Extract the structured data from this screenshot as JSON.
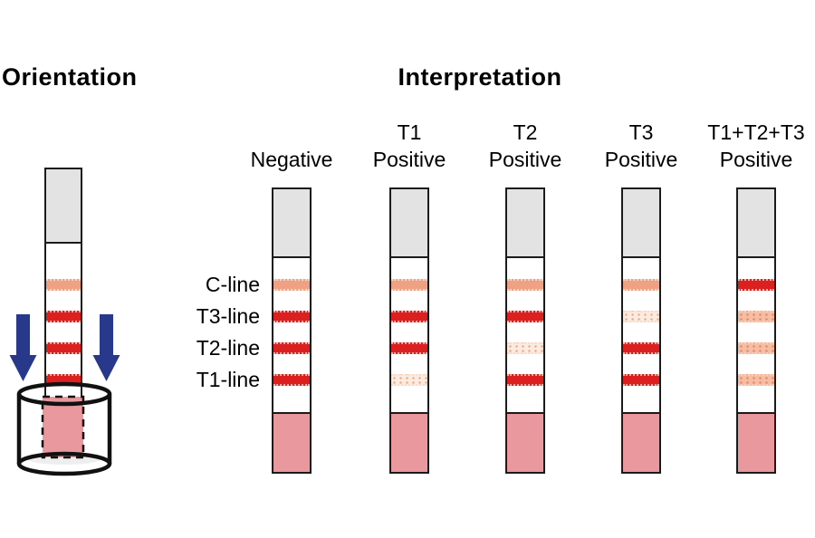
{
  "titles": {
    "orientation": "Orientation",
    "interpretation": "Interpretation"
  },
  "line_labels": [
    "C-line",
    "T3-line",
    "T2-line",
    "T1-line"
  ],
  "colors": {
    "line-strong": "#dc2020",
    "line-control": "#f0a183",
    "line-faint": "#fcebe0",
    "line-medium": "#f4bda4",
    "pad-gray": "#e3e3e3",
    "pad-pink": "#e9999e",
    "arrow-blue": "#28398c"
  },
  "orientation_strip": {
    "lines": [
      "control",
      "strong",
      "strong",
      "strong"
    ]
  },
  "interpretation": {
    "strips": [
      {
        "id": "negative",
        "label_top": "",
        "label_bottom": "Negative",
        "lines": [
          "control",
          "strong",
          "strong",
          "strong"
        ]
      },
      {
        "id": "t1-positive",
        "label_top": "T1",
        "label_bottom": "Positive",
        "lines": [
          "control",
          "strong",
          "strong",
          "faint"
        ]
      },
      {
        "id": "t2-positive",
        "label_top": "T2",
        "label_bottom": "Positive",
        "lines": [
          "control",
          "strong",
          "faint",
          "strong"
        ]
      },
      {
        "id": "t3-positive",
        "label_top": "T3",
        "label_bottom": "Positive",
        "lines": [
          "control",
          "faint",
          "strong",
          "strong"
        ]
      },
      {
        "id": "t1-t2-t3-positive",
        "label_top": "T1+T2+T3",
        "label_bottom": "Positive",
        "lines": [
          "strong",
          "medium",
          "medium",
          "medium"
        ]
      }
    ]
  }
}
